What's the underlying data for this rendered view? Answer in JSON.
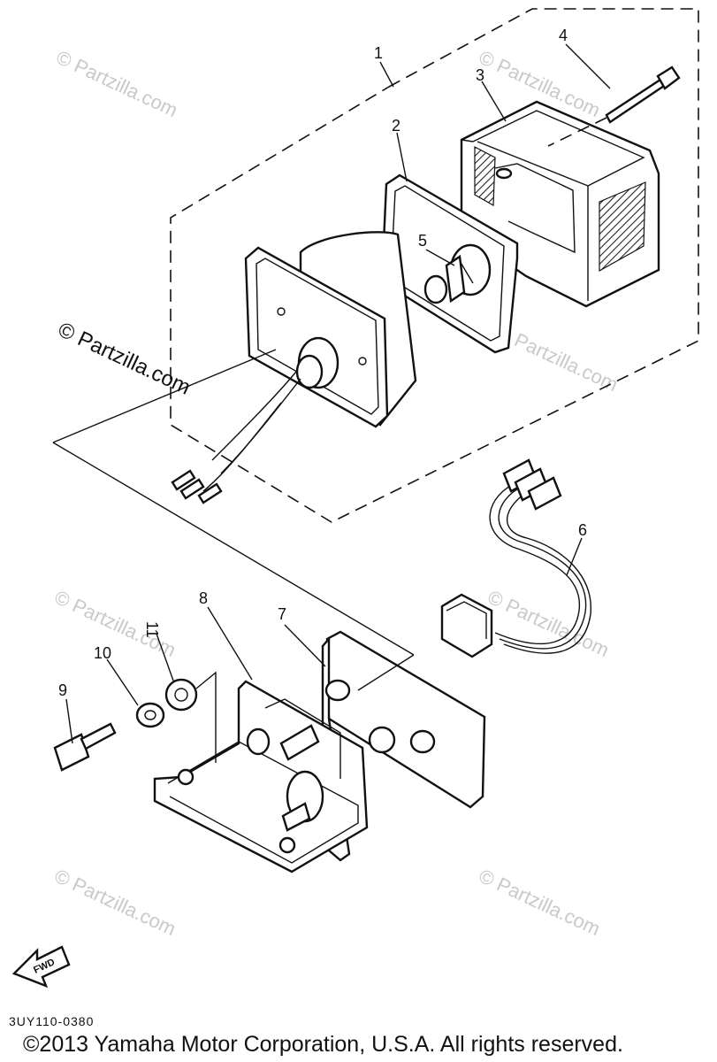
{
  "diagram": {
    "callouts": [
      "1",
      "2",
      "3",
      "4",
      "5",
      "6",
      "7",
      "8",
      "9",
      "10",
      "11"
    ],
    "watermark_text": "© Partzilla.com",
    "fwd_label": "FWD",
    "figure_code": "3UY110-0380",
    "copyright": "©2013 Yamaha Motor Corporation, U.S.A. All rights reserved."
  }
}
